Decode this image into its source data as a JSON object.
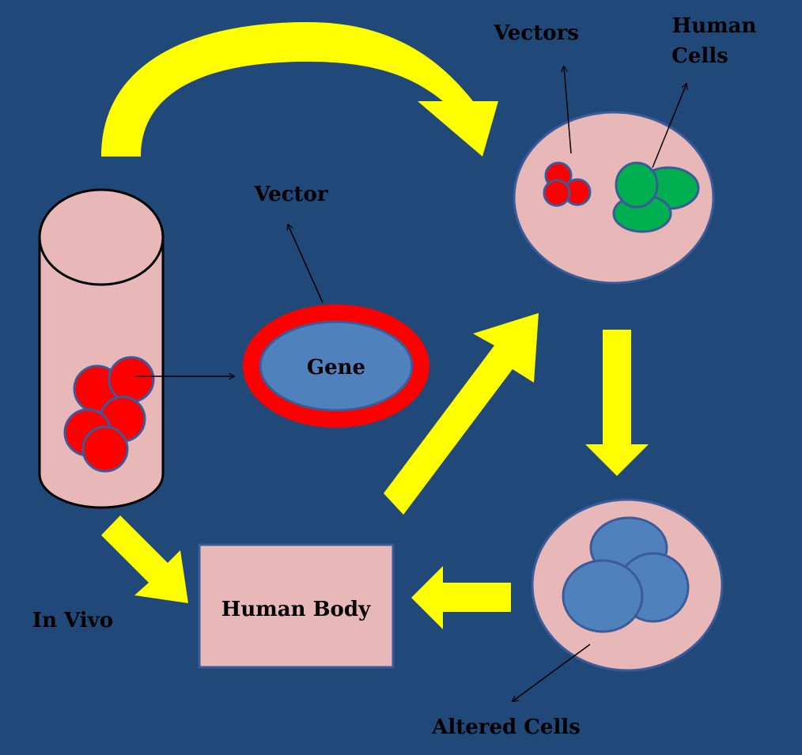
{
  "colors": {
    "background": "#204878",
    "arrow_yellow": "#FFFF00",
    "tube_fill": "#E8B8B8",
    "cell_red": "#FF0000",
    "cell_border": "#3A5A9A",
    "cell_green": "#00B050",
    "cell_blue": "#4F81BD",
    "label_text": "#000000"
  },
  "labels": {
    "vectors_top": "Vectors",
    "human_cells_line1": "Human",
    "human_cells_line2": "Cells",
    "vector": "Vector",
    "gene": "Gene",
    "human_body": "Human Body",
    "in_vivo": "In Vivo",
    "altered_cells": "Altered Cells"
  }
}
